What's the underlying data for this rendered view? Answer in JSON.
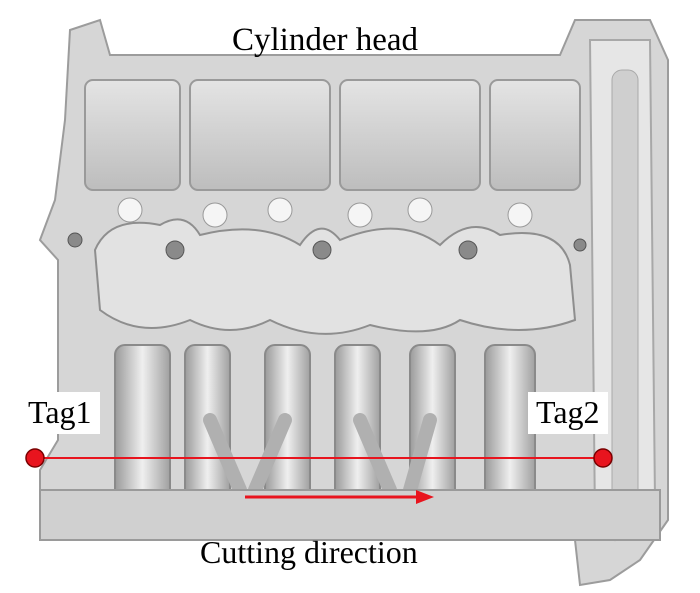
{
  "diagram": {
    "title": "Cylinder head",
    "tag1": "Tag1",
    "tag2": "Tag2",
    "direction_label": "Cutting direction",
    "colors": {
      "marker": "#e8141e",
      "line": "#e8141e",
      "part": "#c8c8c8"
    }
  }
}
